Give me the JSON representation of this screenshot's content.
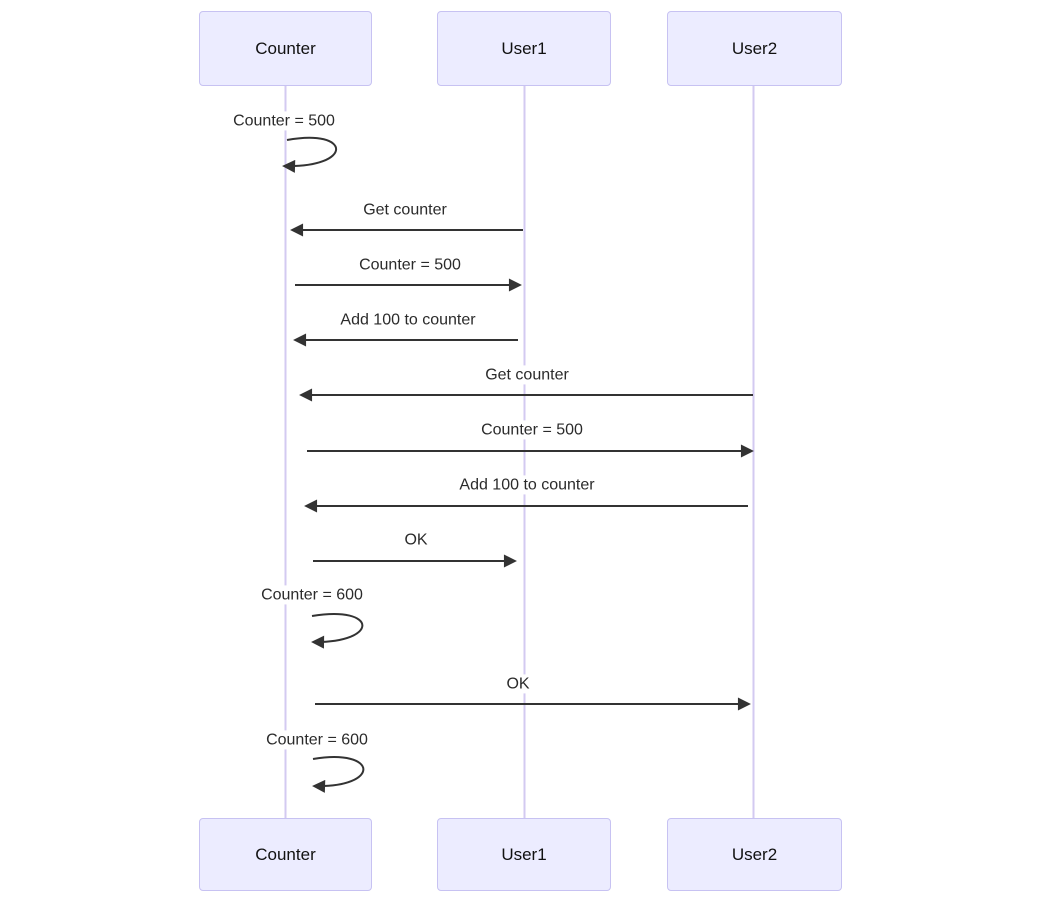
{
  "diagram": {
    "type": "sequence-diagram",
    "actors": [
      {
        "name": "Counter"
      },
      {
        "name": "User1"
      },
      {
        "name": "User2"
      }
    ],
    "messages": [
      {
        "label": "Counter = 500",
        "from": "Counter",
        "to": "Counter",
        "kind": "self-loop"
      },
      {
        "label": "Get counter",
        "from": "User1",
        "to": "Counter",
        "kind": "solid-arrow"
      },
      {
        "label": "Counter = 500",
        "from": "Counter",
        "to": "User1",
        "kind": "solid-arrow"
      },
      {
        "label": "Add 100 to counter",
        "from": "User1",
        "to": "Counter",
        "kind": "solid-arrow"
      },
      {
        "label": "Get counter",
        "from": "User2",
        "to": "Counter",
        "kind": "solid-arrow"
      },
      {
        "label": "Counter = 500",
        "from": "Counter",
        "to": "User2",
        "kind": "solid-arrow"
      },
      {
        "label": "Add 100 to counter",
        "from": "User2",
        "to": "Counter",
        "kind": "solid-arrow"
      },
      {
        "label": "OK",
        "from": "Counter",
        "to": "User1",
        "kind": "solid-arrow"
      },
      {
        "label": "Counter = 600",
        "from": "Counter",
        "to": "Counter",
        "kind": "self-loop"
      },
      {
        "label": "OK",
        "from": "Counter",
        "to": "User2",
        "kind": "solid-arrow"
      },
      {
        "label": "Counter = 600",
        "from": "Counter",
        "to": "Counter",
        "kind": "self-loop"
      }
    ],
    "colors": {
      "background": "#ffffff",
      "actor_fill": "#ECECFF",
      "actor_border": "#C7C2F2",
      "lifeline": "#D3CAF1",
      "arrow": "#333333",
      "message_text": "#2b2b2b",
      "actor_text": "#111111"
    }
  }
}
